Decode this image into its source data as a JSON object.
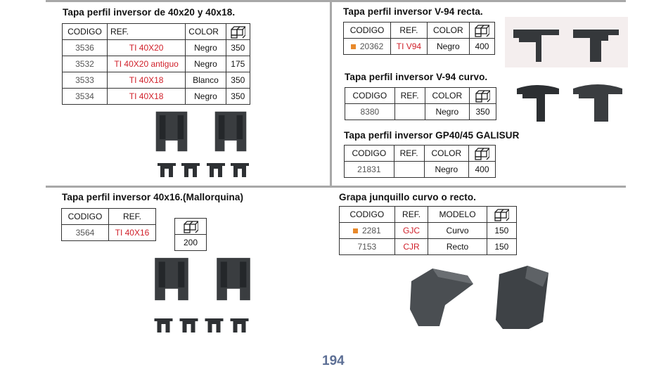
{
  "page_number": "194",
  "colors": {
    "ref": "#d0202a",
    "marker": "#e8892b",
    "page_number": "#5d6f95"
  },
  "icons": {
    "box": "boxes-quantity-icon"
  },
  "s1": {
    "title": "Tapa perfil inversor de 40x20 y 40x18.",
    "headers": [
      "CODIGO",
      "REF.",
      "COLOR"
    ],
    "rows": [
      {
        "code": "3536",
        "ref": "TI 40X20",
        "color": "Negro",
        "qty": "350"
      },
      {
        "code": "3532",
        "ref": "TI 40X20 antiguo",
        "color": "Negro",
        "qty": "175"
      },
      {
        "code": "3533",
        "ref": "TI 40X18",
        "color": "Blanco",
        "qty": "350"
      },
      {
        "code": "3534",
        "ref": "TI 40X18",
        "color": "Negro",
        "qty": "350"
      }
    ]
  },
  "s2": {
    "title": "Tapa perfil inversor V-94 recta.",
    "headers": [
      "CODIGO",
      "REF.",
      "COLOR"
    ],
    "rows": [
      {
        "code": "20362",
        "ref": "TI V94",
        "color": "Negro",
        "qty": "400"
      }
    ]
  },
  "s3": {
    "title": "Tapa perfil inversor V-94 curvo.",
    "headers": [
      "CODIGO",
      "REF.",
      "COLOR"
    ],
    "rows": [
      {
        "code": "8380",
        "ref": "",
        "color": "Negro",
        "qty": "350"
      }
    ]
  },
  "s4": {
    "title": "Tapa perfil inversor GP40/45 GALISUR",
    "headers": [
      "CODIGO",
      "REF.",
      "COLOR"
    ],
    "rows": [
      {
        "code": "21831",
        "ref": "",
        "color": "Negro",
        "qty": "400"
      }
    ]
  },
  "s5": {
    "title": "Tapa perfil inversor 40x16.(Mallorquina)",
    "headers": [
      "CODIGO",
      "REF."
    ],
    "rows": [
      {
        "code": "3564",
        "ref": "TI 40X16",
        "qty": "200"
      }
    ]
  },
  "s6": {
    "title": "Grapa junquillo curvo o recto.",
    "headers": [
      "CODIGO",
      "REF.",
      "MODELO"
    ],
    "rows": [
      {
        "code": "2281",
        "ref": "GJC",
        "model": "Curvo",
        "qty": "150"
      },
      {
        "code": "7153",
        "ref": "CJR",
        "model": "Recto",
        "qty": "150"
      }
    ]
  }
}
